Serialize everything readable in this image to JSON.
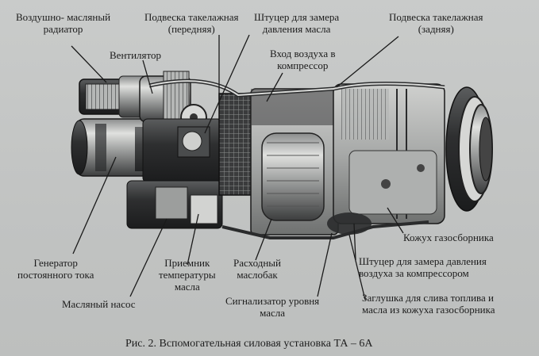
{
  "labels": {
    "air_oil_radiator": [
      "Воздушно- масляный",
      "радиатор"
    ],
    "fan": "Вентилятор",
    "front_mount": [
      "Подвеска такелажная",
      "(передняя)"
    ],
    "oil_pressure_fitting": [
      "Штуцер для замера",
      "давления масла"
    ],
    "compressor_air_inlet": [
      "Вход воздуха в",
      "компрессор"
    ],
    "rear_mount": [
      "Подвеска такелажная",
      "(задняя)"
    ],
    "dc_generator": [
      "Генератор",
      "постоянного тока"
    ],
    "oil_pump": "Масляный насос",
    "oil_temp_receiver": [
      "Приемник",
      "температуры",
      "масла"
    ],
    "oil_tank": [
      "Расходный",
      "маслобак"
    ],
    "oil_level_indicator": [
      "Сигнализатор уровня",
      "масла"
    ],
    "exhaust_casing": "Кожух газосборника",
    "air_pressure_fitting": [
      "Штуцер для замера давления",
      "воздуха за компрессором"
    ],
    "drain_plug": [
      "Заглушка для слива топлива и",
      "масла из кожуха газосборника"
    ]
  },
  "caption": "Рис. 2. Вспомогательная силовая установка ТА – 6А",
  "colors": {
    "background": "#c4c6c5",
    "engine_dark": "#2a2b2c",
    "engine_light": "#d9dad8",
    "leader_line": "#1a1a1a"
  }
}
